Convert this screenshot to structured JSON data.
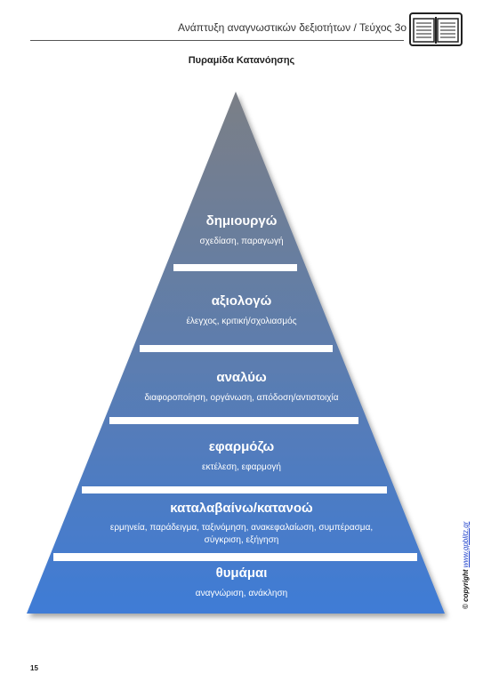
{
  "header": {
    "title_main": "Ανάπτυξη αναγνωστικών δεξιοτήτων / ",
    "title_issue": "Τεύχος 3ο",
    "icon": "open-book-icon"
  },
  "page_title": "Πυραμίδα Κατανόησης",
  "pyramid": {
    "colors": {
      "top": "#7b7f86",
      "bottom": "#3f7bd6",
      "separator": "#ffffff"
    },
    "levels": [
      {
        "title": "δημιουργώ",
        "desc": "σχεδίαση, παραγωγή"
      },
      {
        "title": "αξιολογώ",
        "desc": "έλεγχος, κριτική/σχολιασμός"
      },
      {
        "title": "αναλύω",
        "desc": "διαφοροποίηση, οργάνωση, απόδοση/αντιστοιχία"
      },
      {
        "title": "εφαρμόζω",
        "desc": "εκτέλεση, εφαρμογή"
      },
      {
        "title": "καταλαβαίνω/κατανοώ",
        "desc_line1": "ερμηνεία, παράδειγμα, ταξινόμηση, ανακεφαλαίωση, συμπέρασμα,",
        "desc_line2": "σύγκριση, εξήγηση"
      },
      {
        "title": "θυμάμαι",
        "desc": "αναγνώριση, ανάκληση"
      }
    ]
  },
  "copyright": {
    "prefix": "© copyright",
    "link": "www.gpblitz.gr"
  },
  "page_number": "15"
}
